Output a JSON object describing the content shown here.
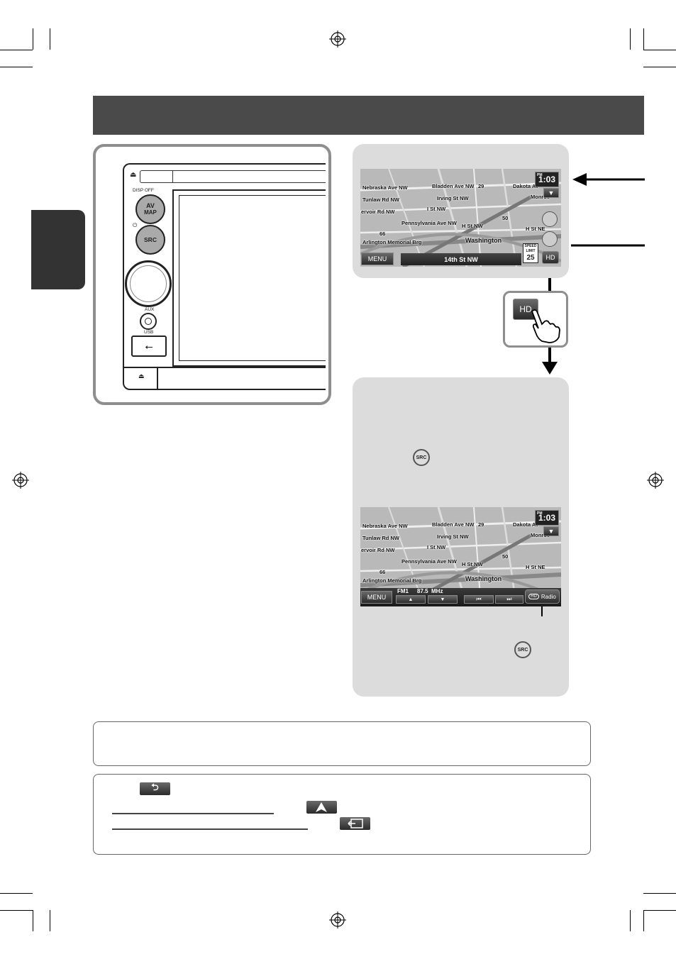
{
  "device": {
    "eject_symbol": "⏏",
    "disp_off_label": "DISP OFF",
    "av_map_label_1": "AV",
    "av_map_label_2": "MAP",
    "power_symbol": "⏻",
    "src_label": "SRC",
    "aux_label": "AUX",
    "usb_label": "USB",
    "usb_symbol": "⭠",
    "bottom_symbol": "⏏"
  },
  "map_top": {
    "labels": [
      "Nebraska Ave NW",
      "Bladden Ave NW",
      "Tunlaw Rd NW",
      "Irving St NW",
      "ervoir Rd NW",
      "I St NW",
      "Pennsylvania Ave NW",
      "H St NW",
      "Washington",
      "Arlington Memorial Brg",
      "Dakota Av",
      "Monroe",
      "H St NE",
      "66",
      "29",
      "50"
    ],
    "menu_label": "MENU",
    "street_label": "14th St NW",
    "clock_ampm": "PM",
    "clock_time": "1:03",
    "speed_label_1": "SPEED",
    "speed_label_2": "LIMIT",
    "speed_value": "25",
    "hd_label": "HD"
  },
  "map_bottom": {
    "labels": [
      "Nebraska Ave NW",
      "Bladden Ave NW",
      "Tunlaw Rd NW",
      "Irving St NW",
      "ervoir Rd NW",
      "I St NW",
      "Pennsylvania Ave NW",
      "H St NW",
      "Washington",
      "Arlington Memorial Brg",
      "Dakota Av",
      "Monroe",
      "H St NE",
      "66",
      "29",
      "50"
    ],
    "menu_label": "MENU",
    "band": "FM1",
    "freq": "87.5",
    "unit": "MHz",
    "up_symbol": "▲",
    "down_symbol": "▼",
    "prev_symbol": "⏮",
    "next_symbol": "⏭",
    "hd_radio_label": "Radio",
    "hd_label": "HD",
    "clock_ampm": "PM",
    "clock_time": "1:03"
  },
  "touch_popup": {
    "hd_label": "HD"
  },
  "src_small_label": "SRC",
  "src_small_label_2": "SRC",
  "back_icon_symbol": "⮌"
}
